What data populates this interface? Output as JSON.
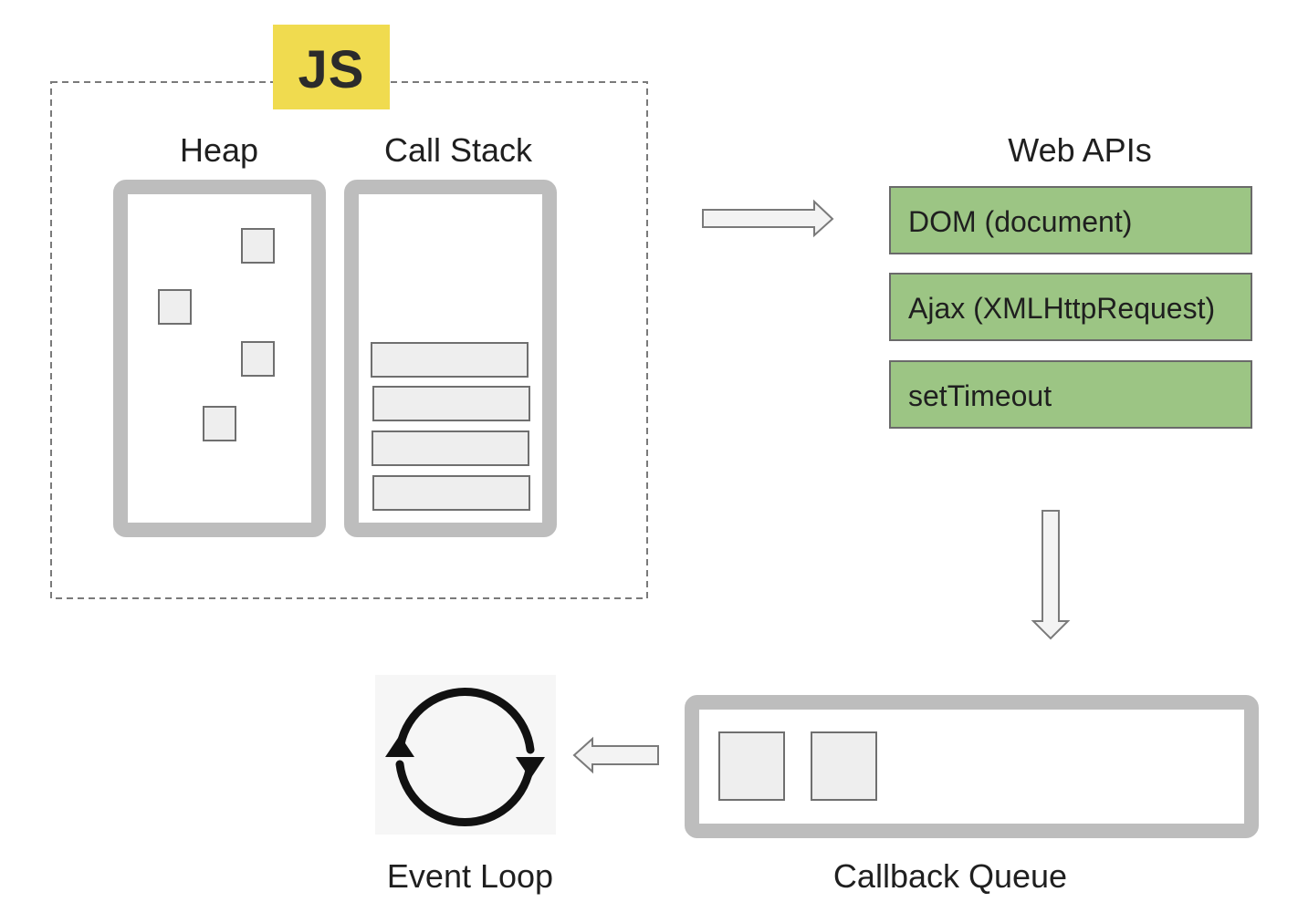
{
  "colors": {
    "js_badge": "#f0db4f",
    "web_api_box": "#9cc584",
    "panel_border": "#bdbdbd",
    "dashed_border": "#7a7a7a"
  },
  "engine": {
    "badge": "JS"
  },
  "heap": {
    "label": "Heap",
    "object_count": 4
  },
  "call_stack": {
    "label": "Call Stack",
    "frame_count": 4
  },
  "web_apis": {
    "label": "Web APIs",
    "items": [
      "DOM (document)",
      "Ajax (XMLHttpRequest)",
      "setTimeout"
    ]
  },
  "event_loop": {
    "label": "Event Loop",
    "icon": "sync-cycle-icon"
  },
  "callback_queue": {
    "label": "Callback Queue",
    "item_count": 2
  }
}
